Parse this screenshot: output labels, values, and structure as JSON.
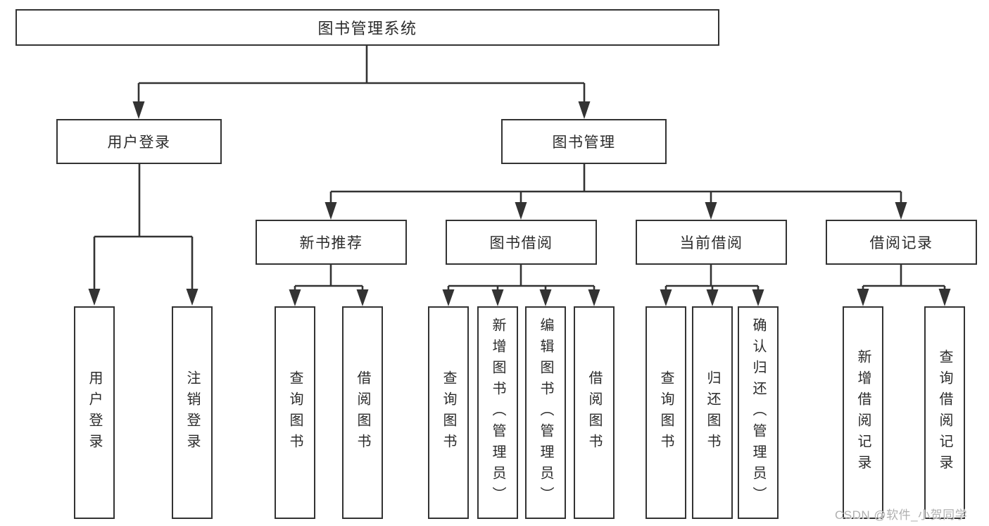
{
  "diagram": {
    "root": {
      "label": "图书管理系统"
    },
    "branches": [
      {
        "label": "用户登录",
        "children": [
          {
            "label": "用户登录"
          },
          {
            "label": "注销登录"
          }
        ]
      },
      {
        "label": "图书管理",
        "children": [
          {
            "label": "新书推荐",
            "children": [
              {
                "label": "查询图书"
              },
              {
                "label": "借阅图书"
              }
            ]
          },
          {
            "label": "图书借阅",
            "children": [
              {
                "label": "查询图书"
              },
              {
                "label": "新增图书（管理员）"
              },
              {
                "label": "编辑图书（管理员）"
              },
              {
                "label": "借阅图书"
              }
            ]
          },
          {
            "label": "当前借阅",
            "children": [
              {
                "label": "查询图书"
              },
              {
                "label": "归还图书"
              },
              {
                "label": "确认归还（管理员）"
              }
            ]
          },
          {
            "label": "借阅记录",
            "children": [
              {
                "label": "新增借阅记录"
              },
              {
                "label": "查询借阅记录"
              }
            ]
          }
        ]
      }
    ]
  },
  "watermark": {
    "text": "CSDN @软件_小贺同学"
  },
  "colors": {
    "line": "#333333",
    "box-border": "#333333",
    "text": "#2b2b2b",
    "background": "#ffffff",
    "watermark": "#b0b0b0"
  }
}
